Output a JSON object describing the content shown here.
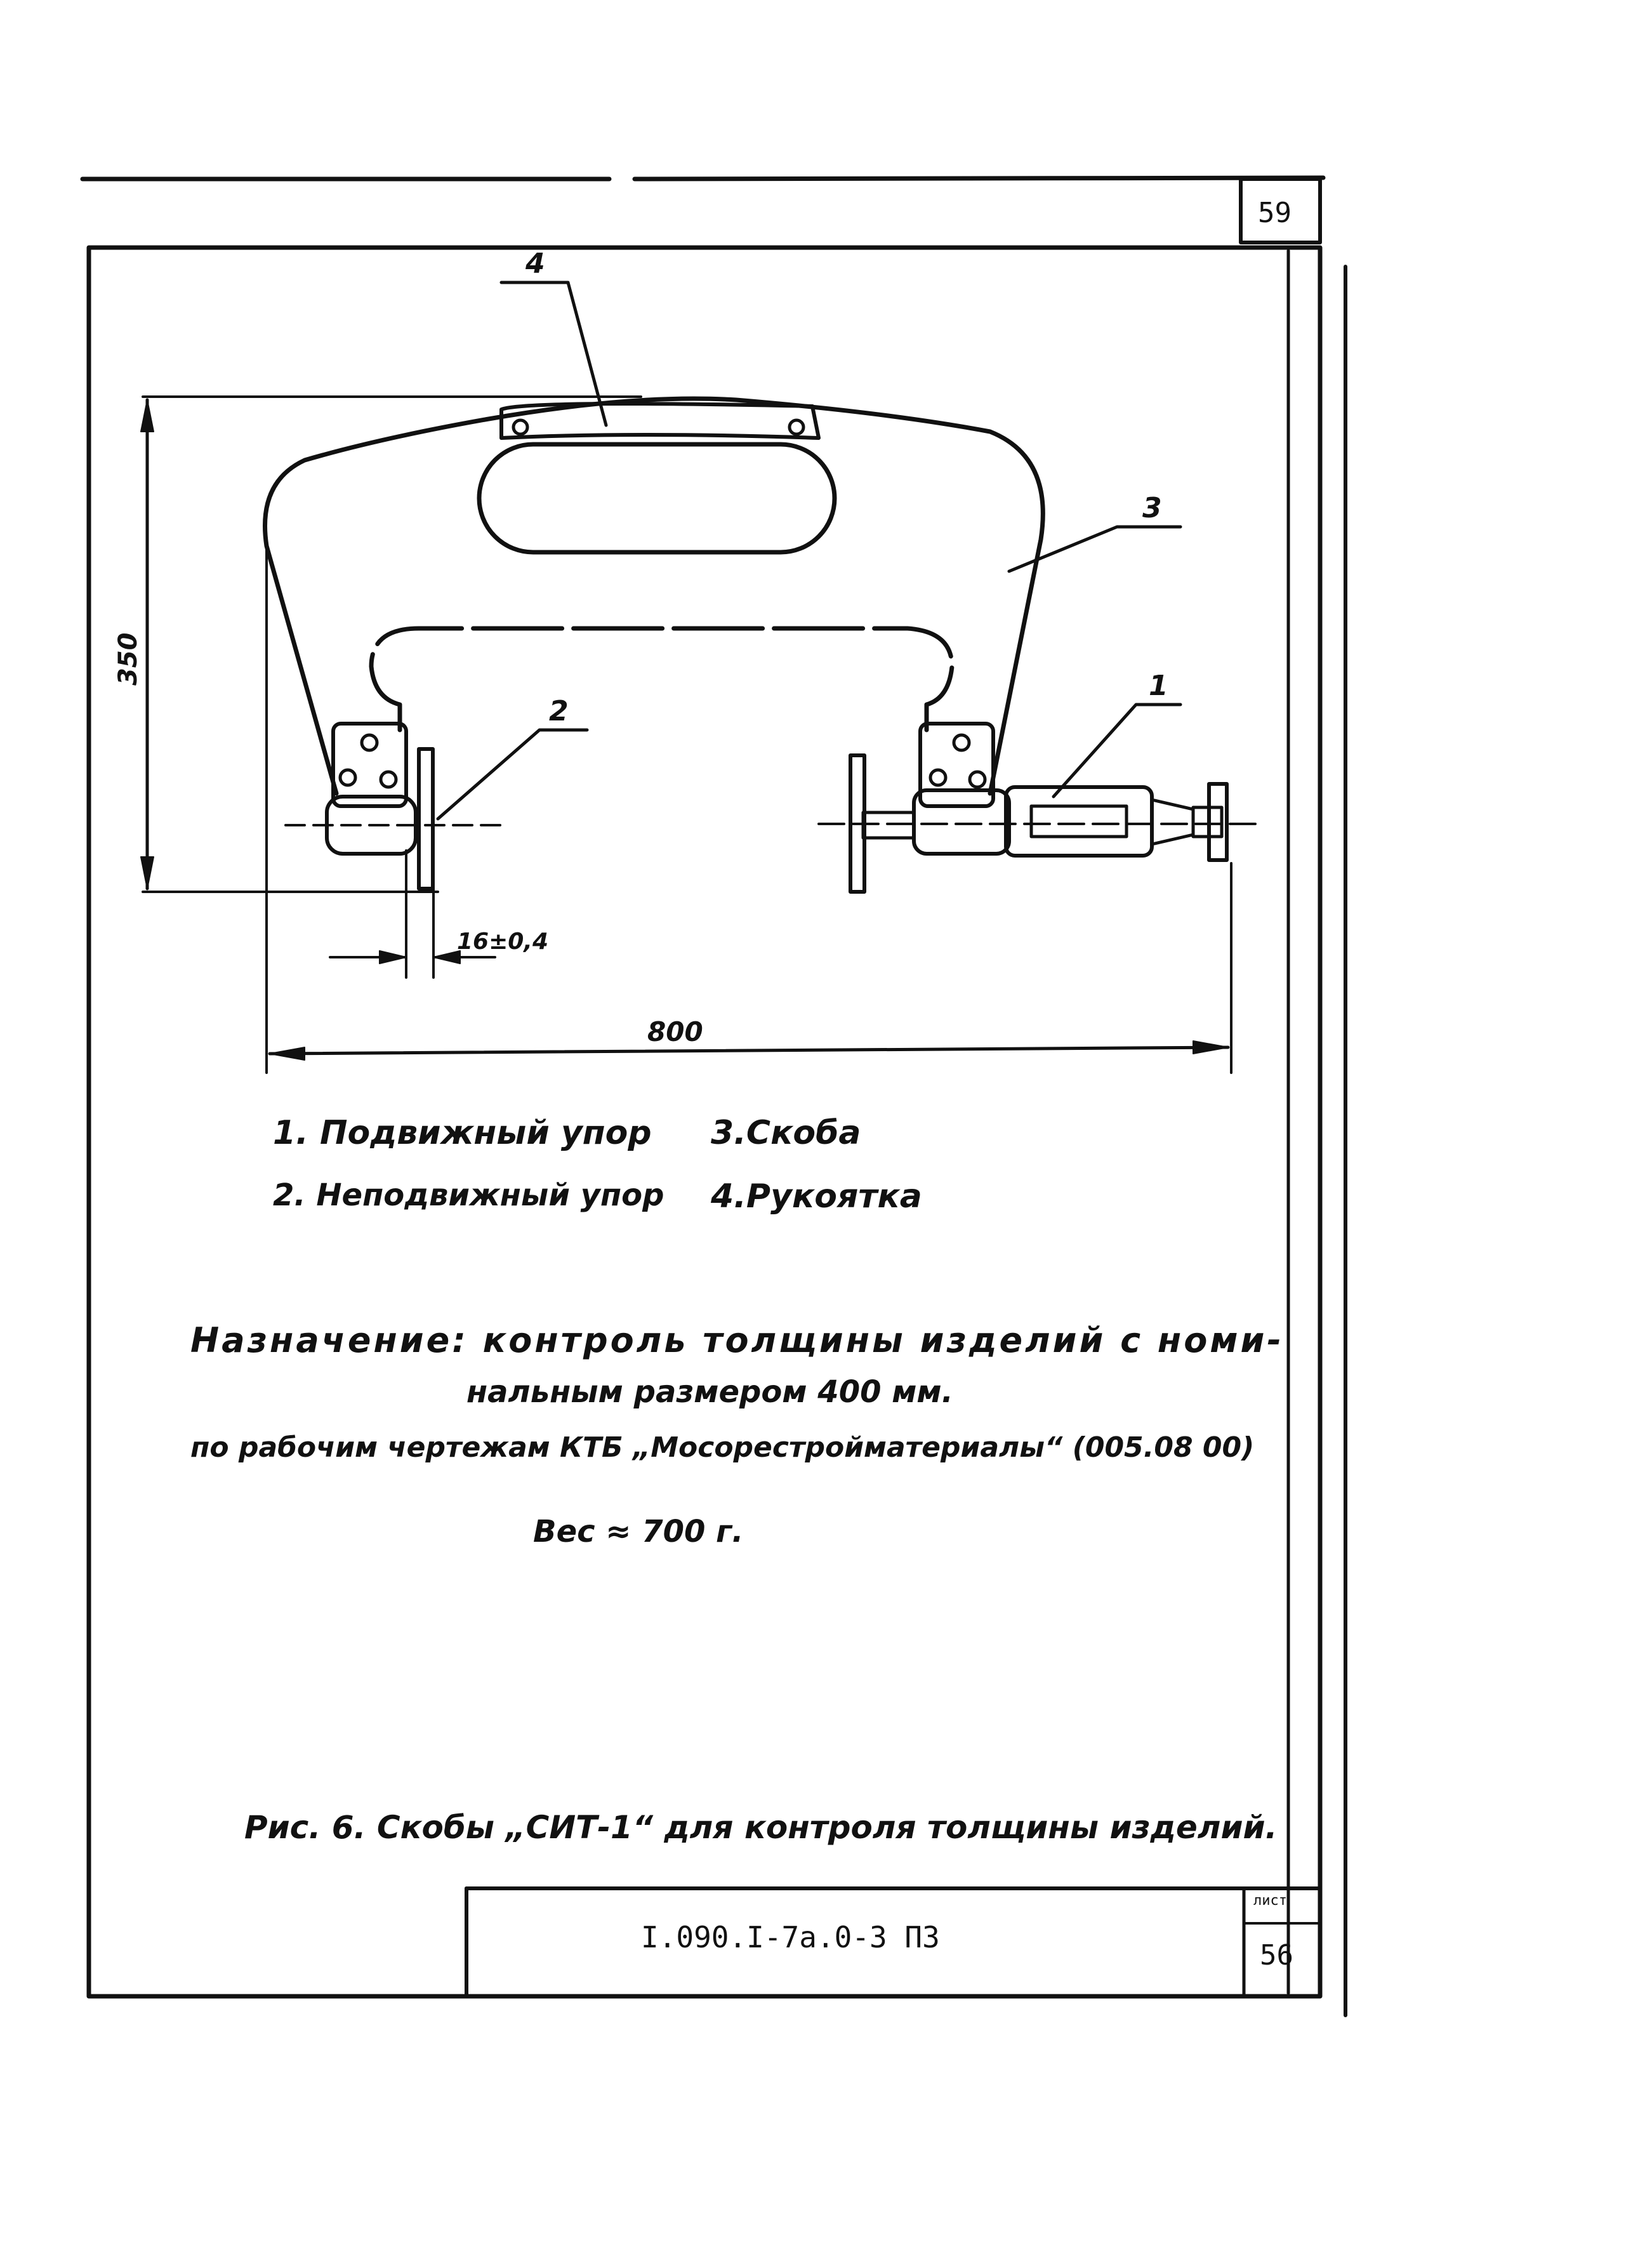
{
  "sheet": {
    "top_number": "59",
    "list_label": "лист",
    "list_number": "56"
  },
  "title_block": {
    "designation": "I.090.I-7a.0-3 ПЗ"
  },
  "drawing": {
    "callouts": [
      "1",
      "2",
      "3",
      "4"
    ],
    "dimensions": {
      "height": "350",
      "width": "800",
      "gap": "16±0,4"
    }
  },
  "legend": {
    "item1": "1. Подвижный упор",
    "item2": "2. Неподвижный упор",
    "item3": "3.Скоба",
    "item4": "4.Рукоятка"
  },
  "notes": {
    "purpose_line1": "Назначение: контроль толщины изделий с номи-",
    "purpose_line2": "нальным размером 400 мм.",
    "drawings_ref": "по рабочим чертежам КТБ „Мосорестройматериалы“ (005.08 00)",
    "weight": "Вес ≈ 700 г."
  },
  "caption": "Рис. 6. Скобы „СИТ-1“ для контроля толщины изделий."
}
